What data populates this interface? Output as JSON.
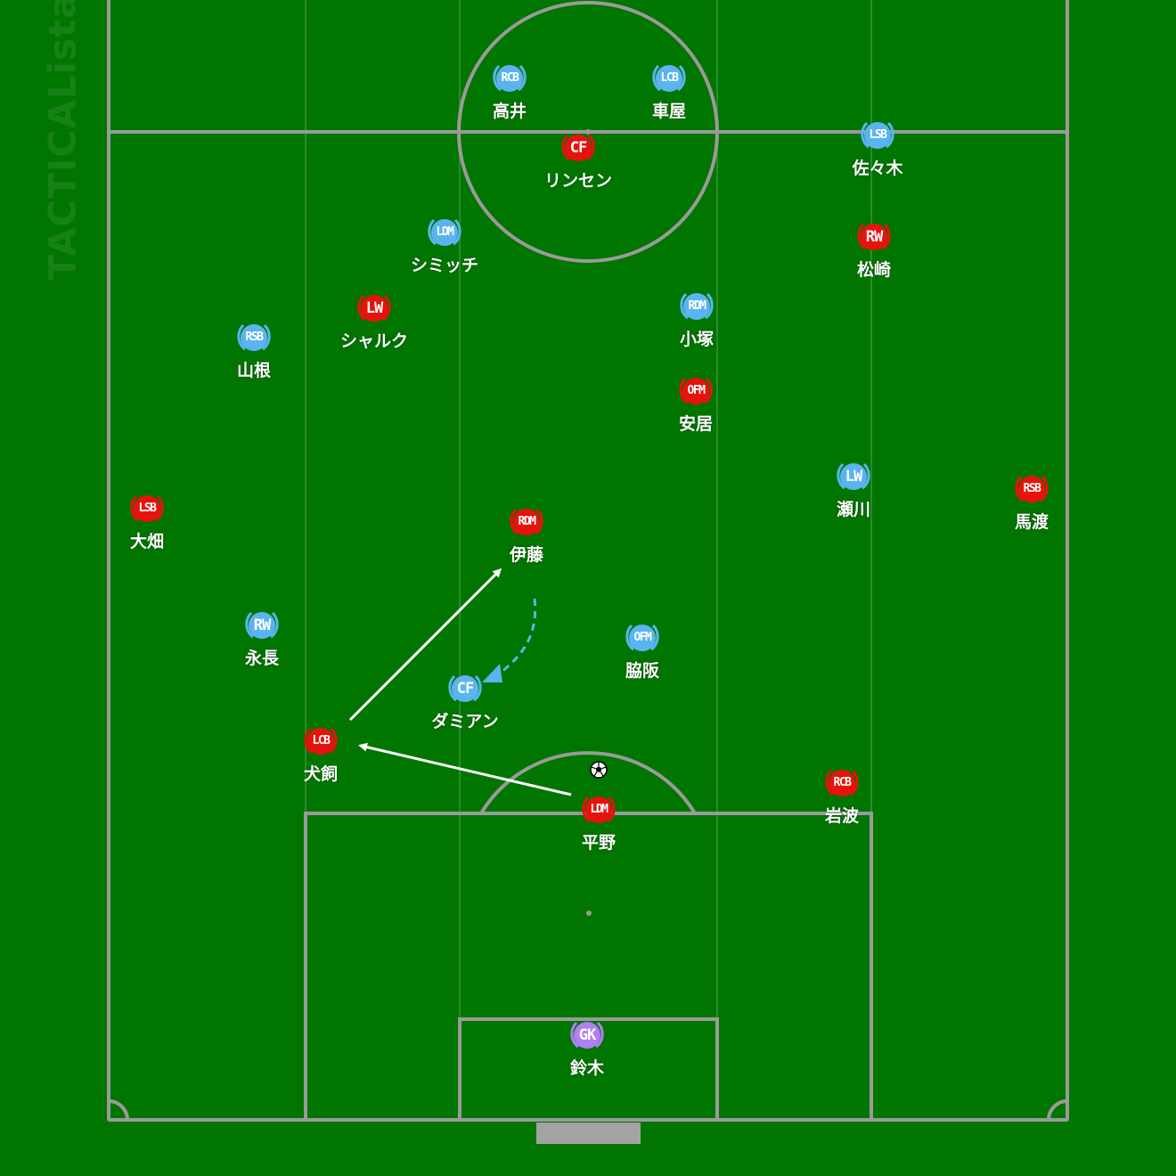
{
  "watermark": "TACTICALista",
  "colors": {
    "pitch": "#007500",
    "lines": "#9a9a9a",
    "team_red": "#e8120c",
    "team_blue": "#5ab4f0",
    "goalkeeper": "#b07ff2",
    "pass_arrow": "#ffffff",
    "run_arrow": "#5ab4f0"
  },
  "players": [
    {
      "id": "p01",
      "team": "blue",
      "pos": "RCB",
      "name": "高井"
    },
    {
      "id": "p02",
      "team": "blue",
      "pos": "LCB",
      "name": "車屋"
    },
    {
      "id": "p03",
      "team": "red",
      "pos": "CF",
      "name": "リンセン"
    },
    {
      "id": "p04",
      "team": "blue",
      "pos": "LSB",
      "name": "佐々木"
    },
    {
      "id": "p05",
      "team": "blue",
      "pos": "LDM",
      "name": "シミッチ"
    },
    {
      "id": "p06",
      "team": "red",
      "pos": "RW",
      "name": "松崎"
    },
    {
      "id": "p07",
      "team": "red",
      "pos": "LW",
      "name": "シャルク"
    },
    {
      "id": "p08",
      "team": "blue",
      "pos": "RDM",
      "name": "小塚"
    },
    {
      "id": "p09",
      "team": "blue",
      "pos": "RSB",
      "name": "山根"
    },
    {
      "id": "p10",
      "team": "red",
      "pos": "OFM",
      "name": "安居"
    },
    {
      "id": "p11",
      "team": "blue",
      "pos": "LW",
      "name": "瀬川"
    },
    {
      "id": "p12",
      "team": "red",
      "pos": "RSB",
      "name": "馬渡"
    },
    {
      "id": "p13",
      "team": "red",
      "pos": "LSB",
      "name": "大畑"
    },
    {
      "id": "p14",
      "team": "red",
      "pos": "RDM",
      "name": "伊藤"
    },
    {
      "id": "p15",
      "team": "blue",
      "pos": "RW",
      "name": "永長"
    },
    {
      "id": "p16",
      "team": "blue",
      "pos": "OFM",
      "name": "脇阪"
    },
    {
      "id": "p17",
      "team": "blue",
      "pos": "CF",
      "name": "ダミアン"
    },
    {
      "id": "p18",
      "team": "red",
      "pos": "LCB",
      "name": "犬飼"
    },
    {
      "id": "p19",
      "team": "red",
      "pos": "LDM",
      "name": "平野"
    },
    {
      "id": "p20",
      "team": "red",
      "pos": "RCB",
      "name": "岩波"
    },
    {
      "id": "p21",
      "team": "gk",
      "pos": "GK",
      "name": "鈴木"
    }
  ]
}
